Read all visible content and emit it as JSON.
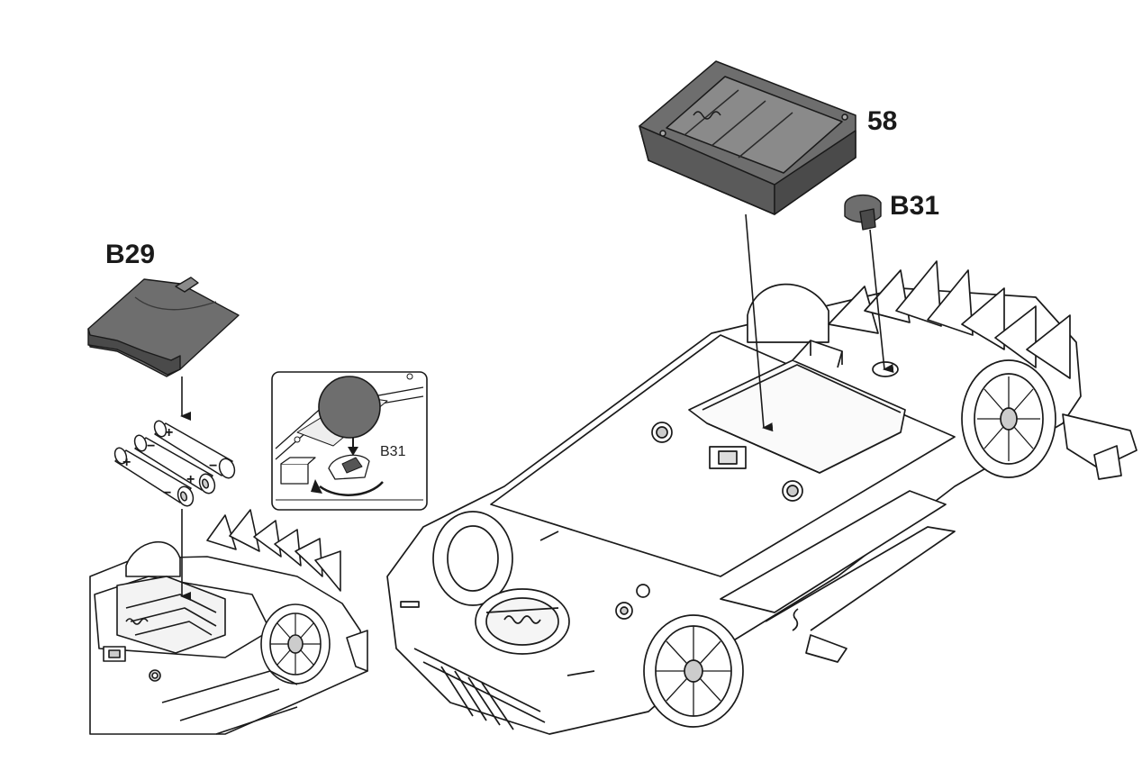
{
  "labels": {
    "b29": "B29",
    "battery_box": "58",
    "b31": "B31",
    "inset_b31": "B31"
  },
  "colors": {
    "line": "#1a1a1a",
    "part_fill": "#6e6e6e",
    "part_fill_light": "#8a8a8a",
    "part_fill_dark": "#4a4a4a",
    "body_fill": "#ffffff"
  },
  "icons": {
    "battery_plus": "+",
    "battery_minus": "−"
  }
}
